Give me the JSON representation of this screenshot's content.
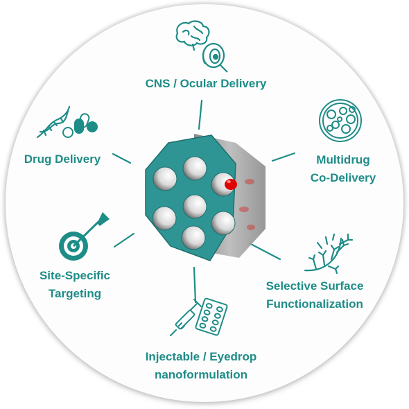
{
  "labels": {
    "cns": "CNS / Ocular Delivery",
    "drug": "Drug Delivery",
    "multi_1": "Multidrug",
    "multi_2": "Co-Delivery",
    "site_1": "Site-Specific",
    "site_2": "Targeting",
    "surface_1": "Selective Surface",
    "surface_2": "Functionalization",
    "inject_1": "Injectable / Eyedrop",
    "inject_2": "nanoformulation"
  },
  "icons": {
    "cns": [
      "brain-icon",
      "eye-icon"
    ],
    "drug": [
      "dna-icon",
      "pills-icon"
    ],
    "multi": "multidrug-particle-icon",
    "site": "target-icon",
    "surface": "surface-ligand-icon",
    "inject": [
      "syringe-icon",
      "blister-pack-icon"
    ],
    "center": "porous-nanoparticle-icon"
  },
  "colors": {
    "accent": "#1e8c87",
    "particle_face": "#2f9594",
    "particle_side": "#9a9a9a",
    "cargo": "#e00000"
  }
}
